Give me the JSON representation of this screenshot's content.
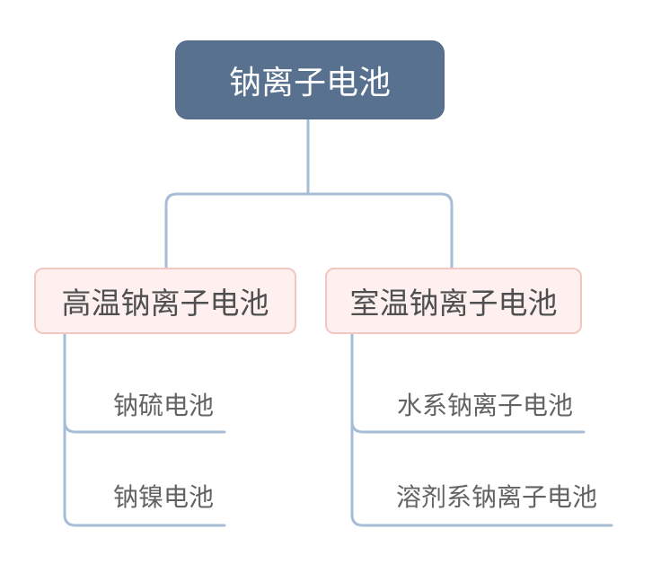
{
  "colors": {
    "root_fill": "#57718f",
    "root_text": "#ffffff",
    "branch_fill": "#fdf0ee",
    "branch_border": "#f2c6c1",
    "branch_text": "#4f4f4f",
    "leaf_text": "#636363",
    "connector_line": "#a5bdd5",
    "background": "#ffffff"
  },
  "mindmap": {
    "root": {
      "label": "钠离子电池"
    },
    "branches": [
      {
        "label": "高温钠离子电池",
        "children": [
          {
            "label": "钠硫电池"
          },
          {
            "label": "钠镍电池"
          }
        ]
      },
      {
        "label": "室温钠离子电池",
        "children": [
          {
            "label": "水系钠离子电池"
          },
          {
            "label": "溶剂系钠离子电池"
          }
        ]
      }
    ]
  }
}
